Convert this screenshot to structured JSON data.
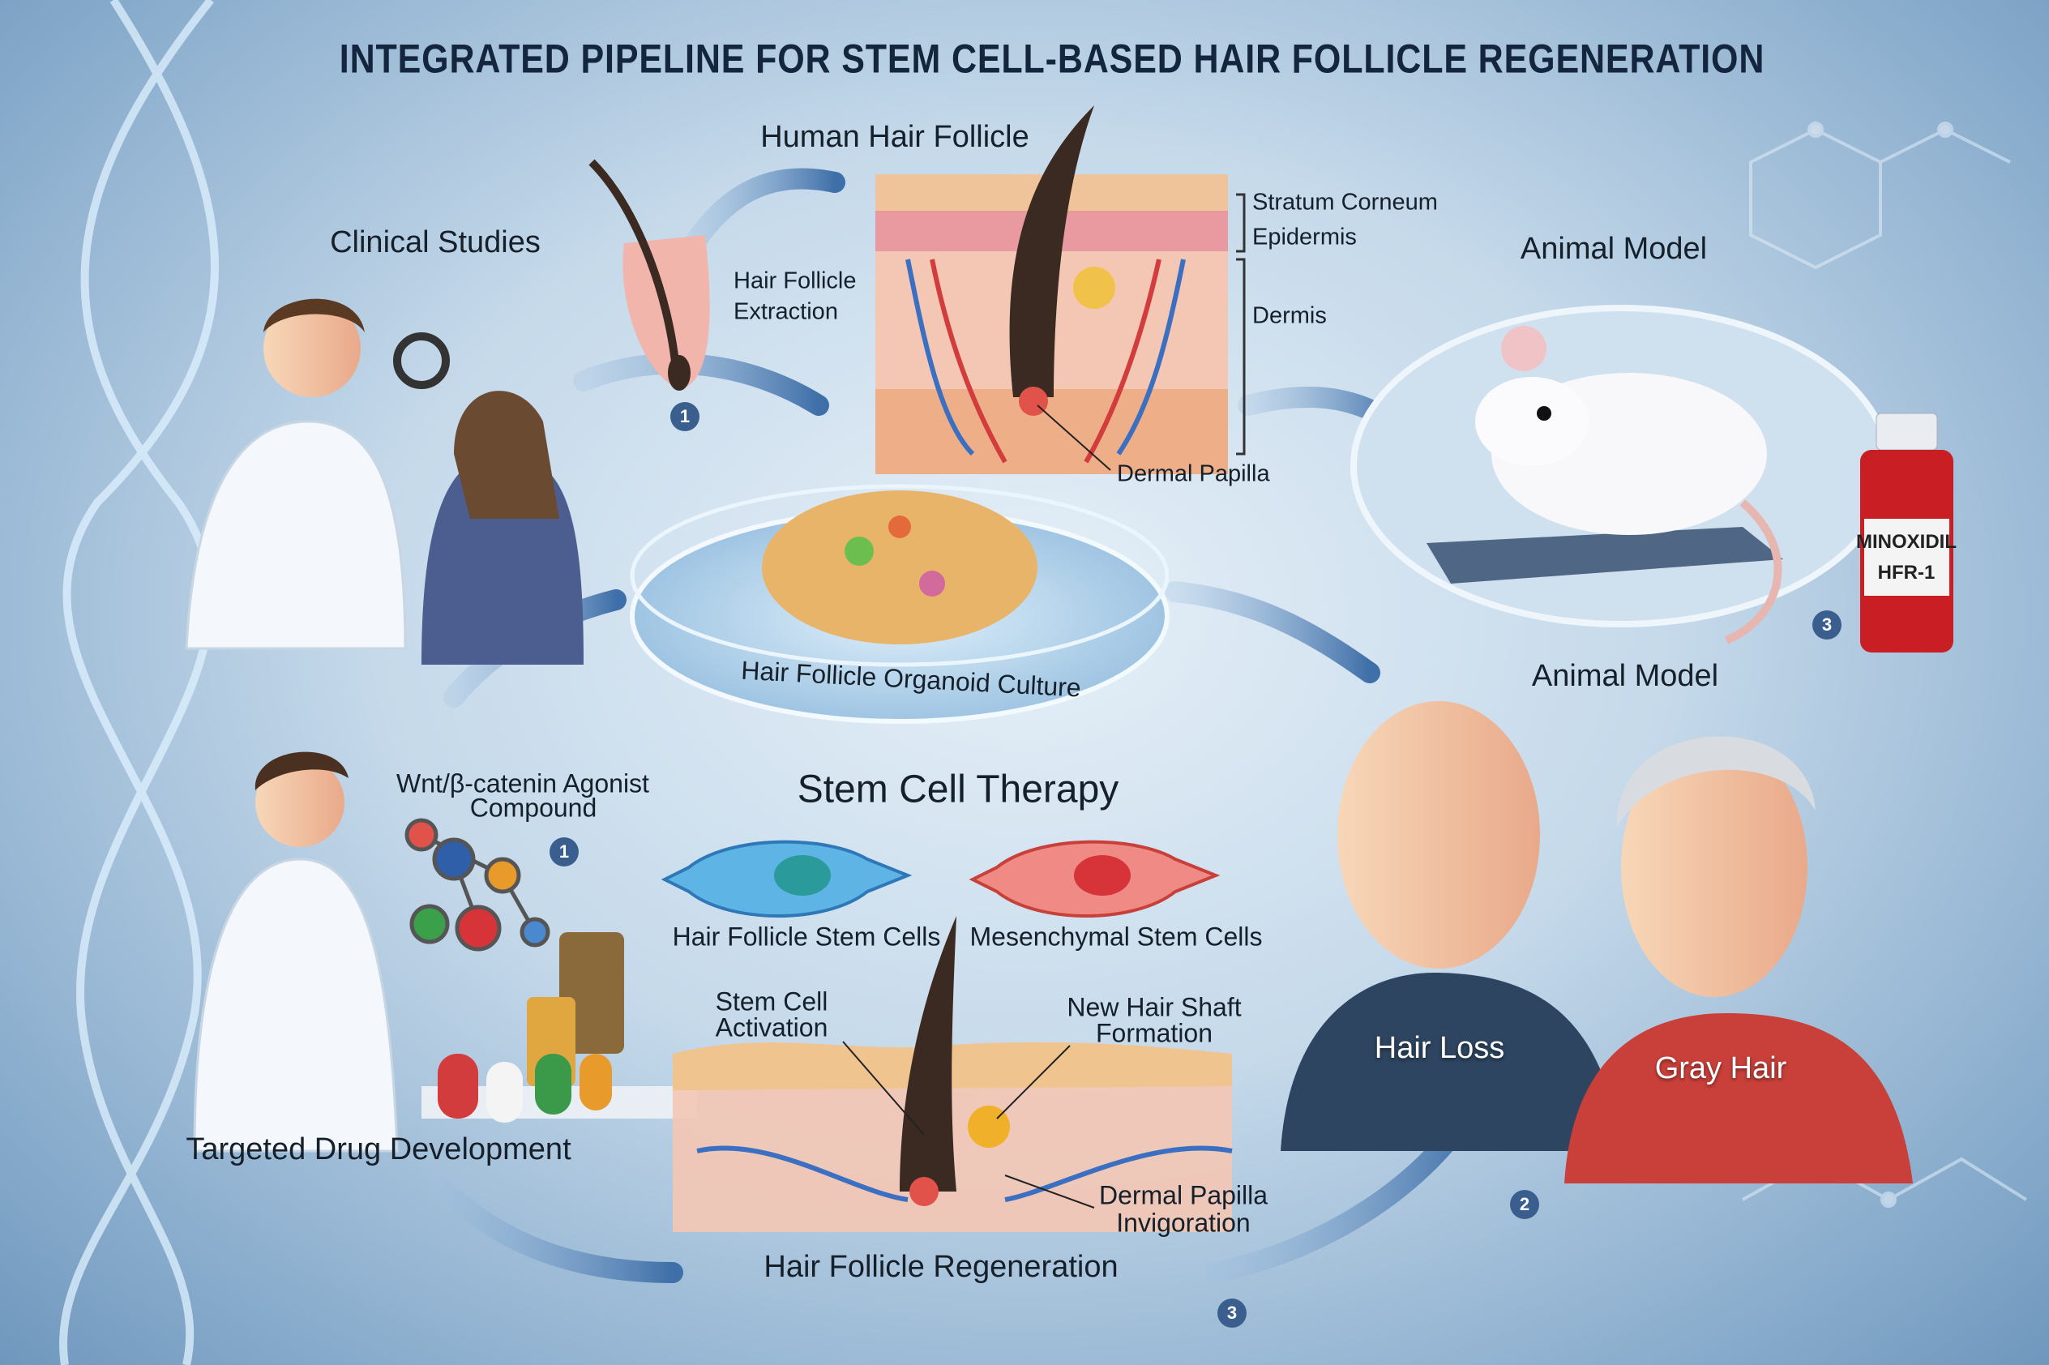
{
  "title": "INTEGRATED PIPELINE FOR STEM CELL-BASED HAIR FOLLICLE REGENERATION",
  "sections": {
    "clinical_studies": "Clinical Studies",
    "human_hair_follicle": "Human Hair Follicle",
    "animal_model_top": "Animal Model",
    "organoid_culture": "Hair Follicle Organoid Culture",
    "animal_model_bottom": "Animal Model",
    "stem_cell_therapy": "Stem Cell Therapy",
    "targeted_drug_development": "Targeted Drug Development",
    "hair_follicle_regeneration": "Hair Follicle Regeneration"
  },
  "labels": {
    "extraction_line1": "Hair Follicle",
    "extraction_line2": "Extraction",
    "stratum_corneum": "Stratum Corneum",
    "epidermis": "Epidermis",
    "dermis": "Dermis",
    "dermal_papilla": "Dermal Papilla",
    "vial_line1": "MINOXIDIL",
    "vial_line2": "HFR-1",
    "compound_line1": "Wnt/β-catenin Agonist",
    "compound_line2": "Compound",
    "hf_stem_cells": "Hair Follicle Stem Cells",
    "mesenchymal_stem_cells": "Mesenchymal Stem Cells",
    "activation_line1": "Stem Cell",
    "activation_line2": "Activation",
    "shaft_line1": "New Hair Shaft",
    "shaft_line2": "Formation",
    "invigoration_line1": "Dermal Papilla",
    "invigoration_line2": "Invigoration",
    "hair_loss": "Hair Loss",
    "gray_hair": "Gray Hair"
  },
  "badges": [
    "1",
    "3",
    "1",
    "2",
    "3"
  ],
  "colors": {
    "title": "#13263d",
    "arrow": "#3f6fa8",
    "skin": "#f2c59e",
    "stem_cell_blue": "#4aa3d8",
    "stem_cell_red": "#e0524a",
    "shirt_red": "#c9403a",
    "shirt_navy": "#2d4560"
  }
}
